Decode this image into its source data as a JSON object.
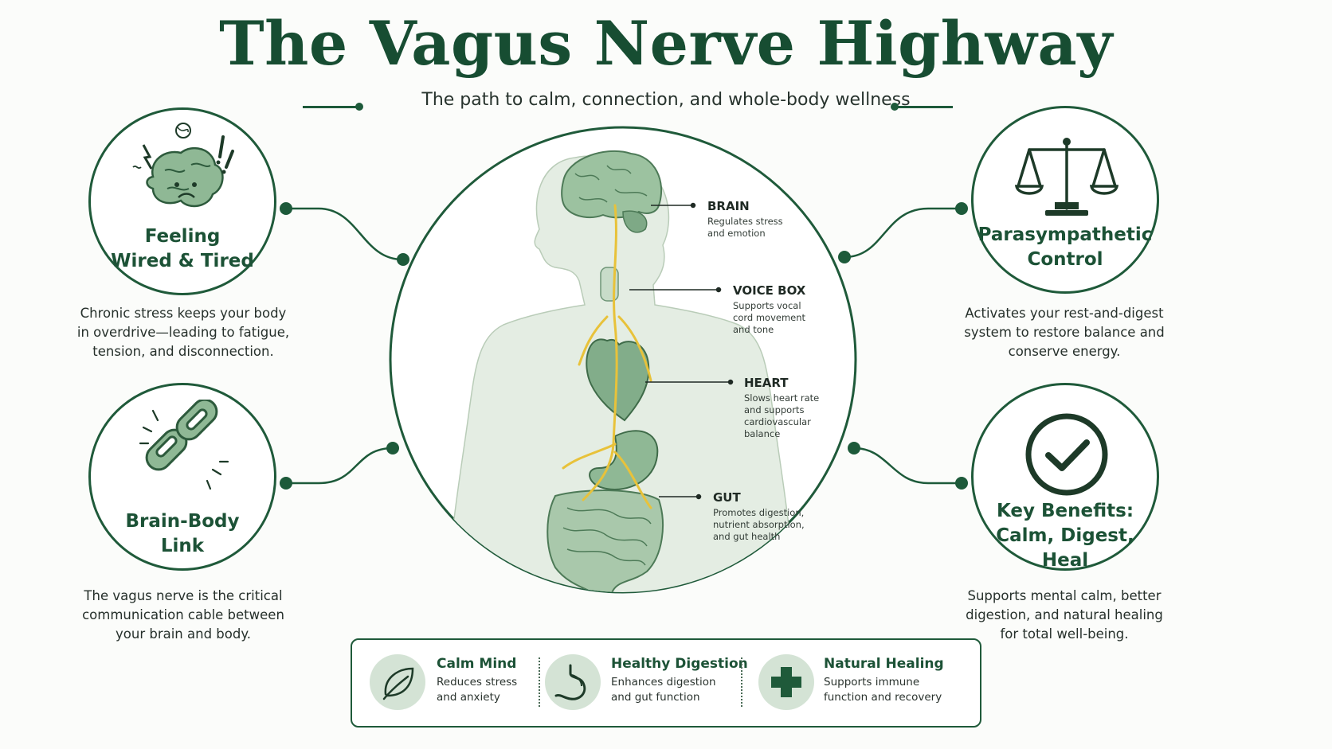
{
  "title": "The Vagus Nerve Highway",
  "subtitle": "The path to calm, connection, and whole-body wellness",
  "left_nodes": [
    {
      "title_line1": "Feeling",
      "title_line2": "Wired & Tired",
      "icon": "stressed-brain-icon",
      "desc": [
        "Chronic stress keeps your body",
        "in overdrive—leading to fatigue,",
        "tension, and disconnection."
      ]
    },
    {
      "title_line1": "Brain-Body",
      "title_line2": "Link",
      "icon": "chain-link-icon",
      "desc": [
        "The vagus nerve is the critical",
        "communication cable between",
        "your brain and body."
      ]
    }
  ],
  "right_nodes": [
    {
      "title_line1": "Parasympathetic",
      "title_line2": "Control",
      "icon": "balance-scale-icon",
      "desc": [
        "Activates your rest-and-digest",
        "system to restore balance and",
        "conserve energy."
      ]
    },
    {
      "title_line1": "Key Benefits:",
      "title_line2": "Calm, Digest, Heal",
      "icon": "checkmark-icon",
      "desc": [
        "Supports mental calm, better",
        "digestion, and natural healing",
        "for total well-being."
      ]
    }
  ],
  "organs": [
    {
      "name": "BRAIN",
      "desc": [
        "Regulates stress",
        "and emotion"
      ]
    },
    {
      "name": "VOICE BOX",
      "desc": [
        "Supports vocal",
        "cord movement",
        "and tone"
      ]
    },
    {
      "name": "HEART",
      "desc": [
        "Slows heart rate",
        "and supports",
        "cardiovascular",
        "balance"
      ]
    },
    {
      "name": "GUT",
      "desc": [
        "Promotes digestion,",
        "nutrient absorption,",
        "and gut health"
      ]
    }
  ],
  "benefits": [
    {
      "title": "Calm Mind",
      "icon": "leaf-icon",
      "desc": [
        "Reduces stress",
        "and anxiety"
      ]
    },
    {
      "title": "Healthy Digestion",
      "icon": "stomach-icon",
      "desc": [
        "Enhances digestion",
        "and gut function"
      ]
    },
    {
      "title": "Natural Healing",
      "icon": "medical-cross-icon",
      "desc": [
        "Supports immune",
        "function and recovery"
      ]
    }
  ],
  "colors": {
    "primary": "#1d5a3a",
    "nerve": "#e8c23a",
    "organ_fill": "#8fb895",
    "icon_bg": "#d4e3d5"
  }
}
